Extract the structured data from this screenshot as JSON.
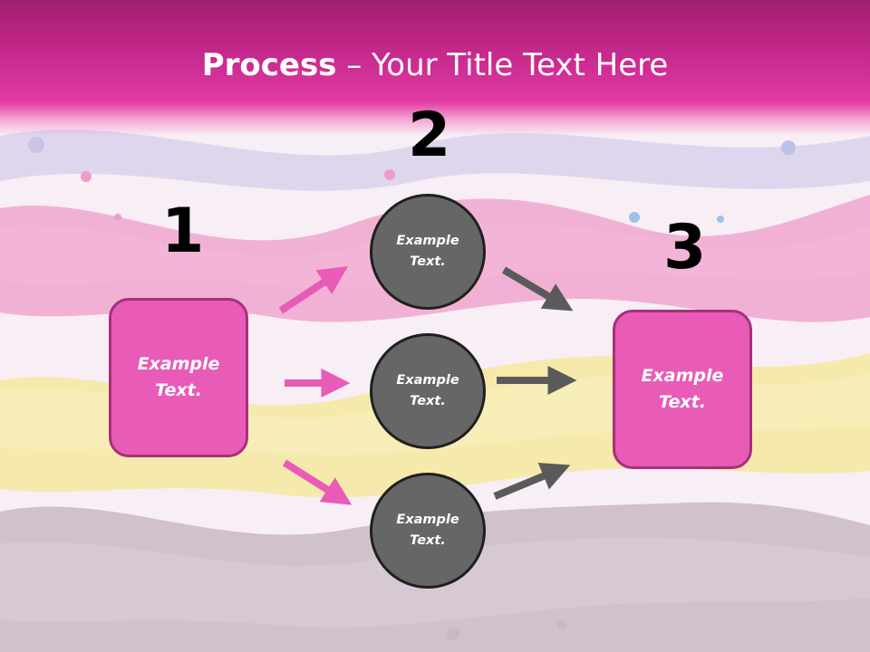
{
  "slide": {
    "title_bold": "Process",
    "title_rest": " – Your Title Text Here"
  },
  "steps": {
    "step1_number": "1",
    "step2_number": "2",
    "step3_number": "3"
  },
  "boxes": {
    "left_label": "Example\nText.",
    "right_label": "Example\nText."
  },
  "circles": [
    {
      "label": "Example\nText."
    },
    {
      "label": "Example\nText."
    },
    {
      "label": "Example\nText."
    }
  ],
  "colors": {
    "header": "#d9329c",
    "box_fill": "#e85bb6",
    "box_border": "#a8307a",
    "circle_fill": "#666666",
    "pink_arrow": "#e85bb6",
    "gray_arrow": "#5a5a5a"
  }
}
